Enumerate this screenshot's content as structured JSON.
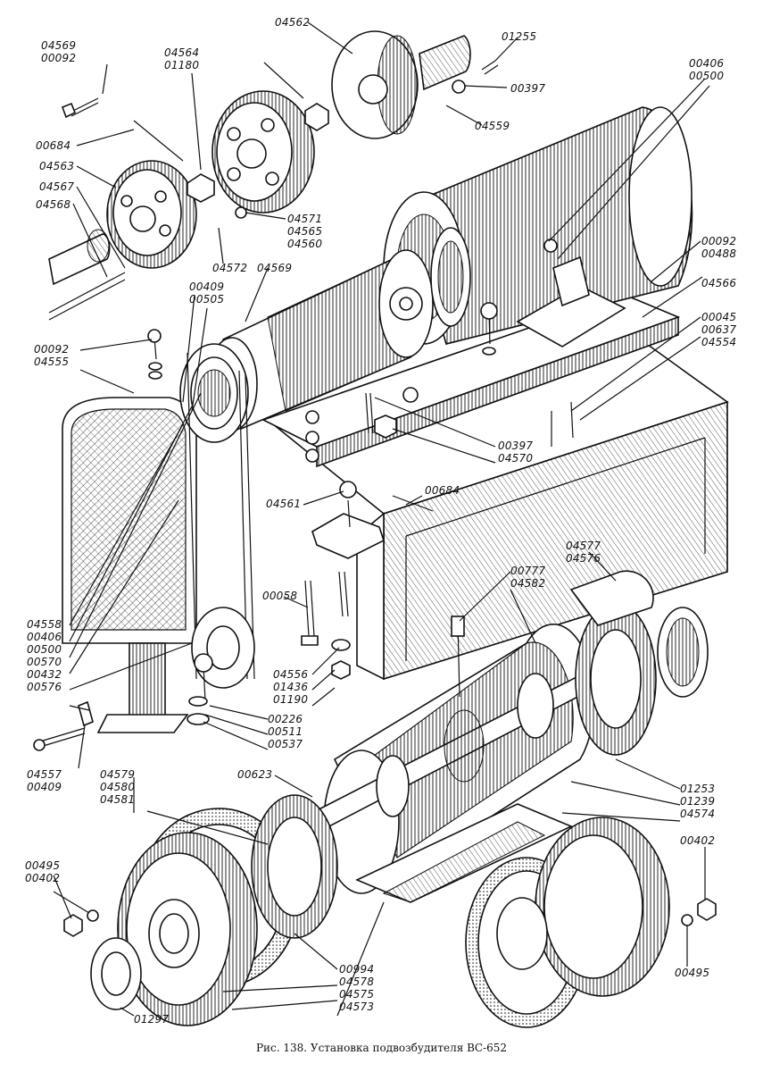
{
  "caption": "Рис. 138. Установка подвозбудителя ВС-652",
  "colors": {
    "ink": "#111111",
    "paper": "#ffffff"
  },
  "callouts": {
    "c_04569_00092": [
      "04569",
      "00092"
    ],
    "c_04564_01180": [
      "04564",
      "01180"
    ],
    "c_04562": [
      "04562"
    ],
    "c_01255": [
      "01255"
    ],
    "c_04406_00500": [
      "00406",
      "00500"
    ],
    "c_00397_top": [
      "00397"
    ],
    "c_04559": [
      "04559"
    ],
    "c_00684_top": [
      "00684"
    ],
    "c_04563": [
      "04563"
    ],
    "c_04567": [
      "04567"
    ],
    "c_04568": [
      "04568"
    ],
    "c_04571_04565_04560": [
      "04571",
      "04565",
      "04560"
    ],
    "c_04572": [
      "04572"
    ],
    "c_04569b": [
      "04569"
    ],
    "c_00409_00505": [
      "00409",
      "00505"
    ],
    "c_00092_00488": [
      "00092",
      "00488"
    ],
    "c_04566": [
      "04566"
    ],
    "c_00045_00637_04554": [
      "00045",
      "00637",
      "04554"
    ],
    "c_00092_04555": [
      "00092",
      "04555"
    ],
    "c_00397_04570": [
      "00397",
      "04570"
    ],
    "c_00684_mid": [
      "00684"
    ],
    "c_04561": [
      "04561"
    ],
    "c_04577_04576": [
      "04577",
      "04576"
    ],
    "c_00777_04582": [
      "00777",
      "04582"
    ],
    "c_00058": [
      "00058"
    ],
    "c_left_group": [
      "04558",
      "00406",
      "00500",
      "00570",
      "00432",
      "00576"
    ],
    "c_04556_01436_01190": [
      "04556",
      "01436",
      "01190"
    ],
    "c_00226_00511_00537": [
      "00226",
      "00511",
      "00537"
    ],
    "c_04557_00409": [
      "04557",
      "00409"
    ],
    "c_04579_04580_04581": [
      "04579",
      "04580",
      "04581"
    ],
    "c_00623": [
      "00623"
    ],
    "c_01253_01239_04574": [
      "01253",
      "01239",
      "04574"
    ],
    "c_00402_right": [
      "00402"
    ],
    "c_00495_00402_left": [
      "00495",
      "00402"
    ],
    "c_00495_right": [
      "00495"
    ],
    "c_00994_04578_04575_04573": [
      "00994",
      "04578",
      "04575",
      "04573"
    ],
    "c_01297": [
      "01297"
    ]
  }
}
